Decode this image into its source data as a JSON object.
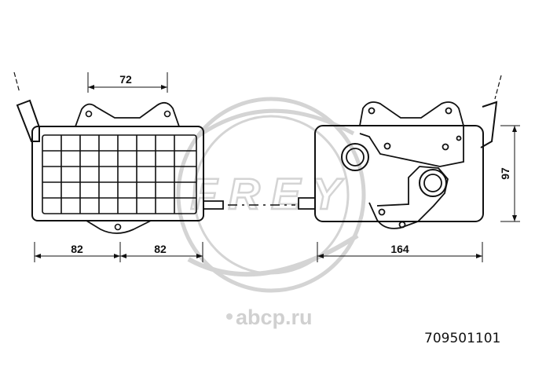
{
  "drawing": {
    "dimensions": {
      "top_width": "72",
      "bottom_left": "82",
      "bottom_middle": "82",
      "bottom_right": "164",
      "height": "97"
    },
    "watermark": {
      "logo_text": "FREY",
      "site_text": "abcp.ru"
    },
    "part_number": "709501101",
    "colors": {
      "line": "#111111",
      "watermark": "#d4d4d4"
    }
  }
}
